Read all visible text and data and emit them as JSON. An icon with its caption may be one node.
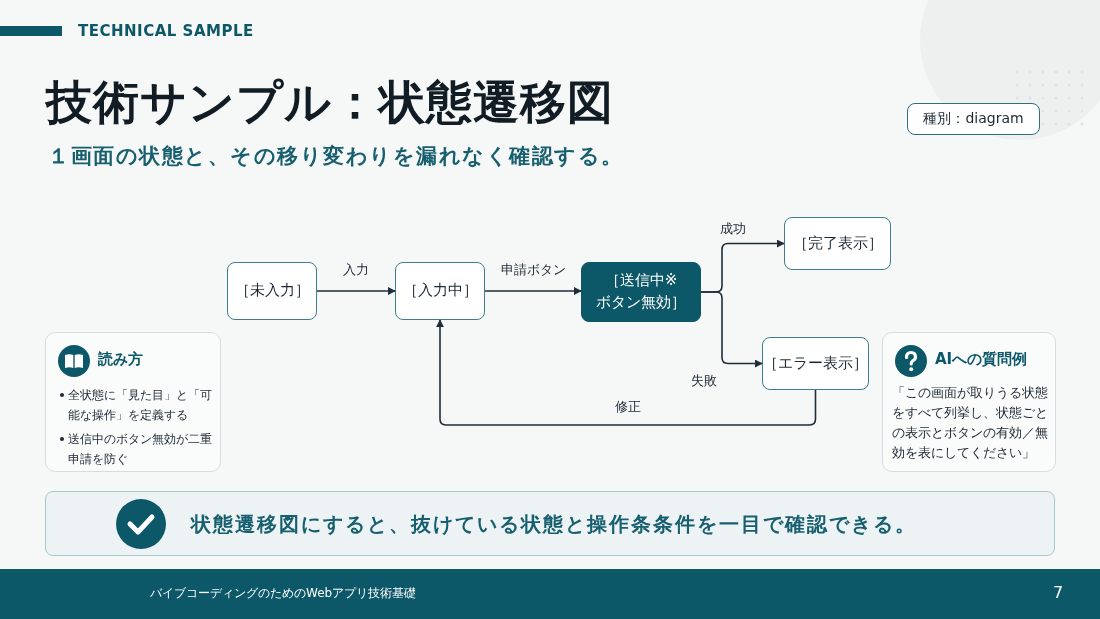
{
  "diagram": {
    "title": "技術サンプル：状態遷移図",
    "nodes": [
      {
        "text": [
          "種別：diagram"
        ]
      },
      {
        "text": [
          "［未入力］"
        ]
      },
      {
        "text": [
          "［入力中］"
        ]
      },
      {
        "text": [
          "［送信中※ボタン無効］"
        ]
      },
      {
        "text": [
          "［完了表示］"
        ]
      },
      {
        "text": [
          "［エラー表示］"
        ]
      },
      {
        "text": [
          "読み方",
          "全状態に「見た目」と「可能な操作」を定義する",
          "送信中のボタン無効が二重申請を防ぐ"
        ]
      },
      {
        "text": [
          "AIへの質問例",
          "「この画面が取りうる状態をすべて列挙し、状態ごとの表示とボタンの有効／無効を表にしてください」"
        ]
      },
      {
        "text": [
          "状態遷移図にすると、抜けている状態と操作条条件を一目で確認できる。"
        ]
      }
    ],
    "edges": [
      {
        "from": 1,
        "to": 2,
        "arrow": "to",
        "label": "入力"
      },
      {
        "from": 2,
        "to": 3,
        "arrow": "to",
        "label": "申請ボタン"
      },
      {
        "from": 3,
        "to": 4,
        "arrow": "to",
        "label": "成功"
      },
      {
        "from": 3,
        "to": 5,
        "arrow": "to",
        "label": "失敗"
      },
      {
        "from": 5,
        "to": 2,
        "arrow": "to",
        "label": "修正"
      }
    ],
    "labels": [
      "TECHNICAL SAMPLE",
      "１画面の状態と、その移り変わりを漏れなく確認する。",
      "バイブコーディングのためのWebアプリ技術基礎",
      "7"
    ]
  }
}
